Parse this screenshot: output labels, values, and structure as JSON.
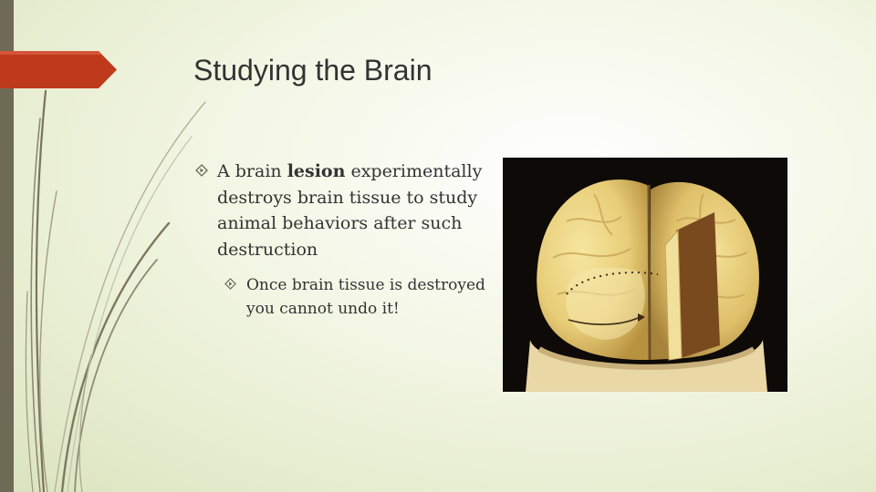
{
  "slide": {
    "title": "Studying the Brain",
    "bullets": {
      "main": {
        "prefix": "A brain ",
        "bold": "lesion",
        "suffix": " experimentally destroys brain tissue to study animal behaviors after such destruction"
      },
      "sub": {
        "text": "Once brain tissue is destroyed you cannot undo it!"
      }
    }
  },
  "icons": {
    "bullet": "diamond-bullet-icon",
    "title_marker": "arrow-marker-icon"
  },
  "colors": {
    "accent_arrow": "#bf3a1c",
    "left_band": "#6f6a55",
    "text": "#333333",
    "background": "#eef2dc"
  }
}
